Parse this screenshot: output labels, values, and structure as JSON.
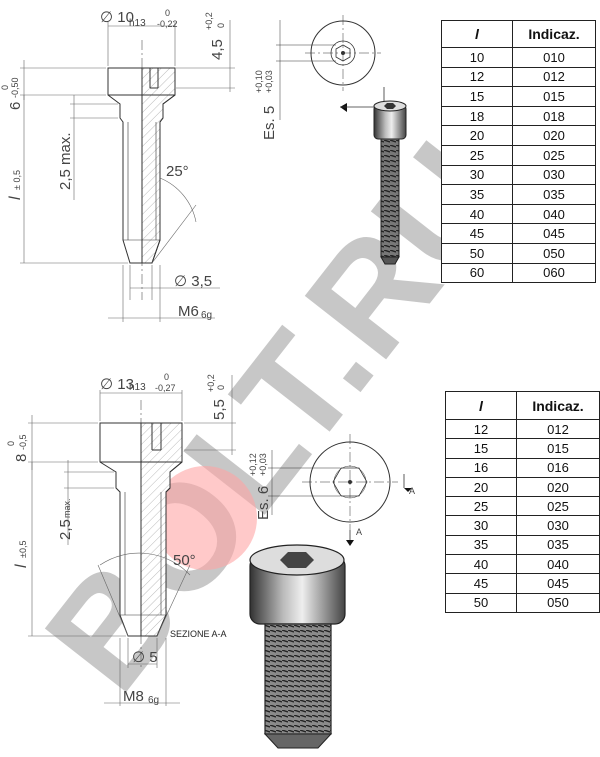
{
  "watermark": {
    "brand": "BOLT.RU",
    "accent": "#ff5c5c",
    "ink": "#9a9a9a"
  },
  "m6": {
    "head_diameter": "∅ 10",
    "head_tol_class": "h13",
    "head_tol_upper": "0",
    "head_tol_lower": "-0,22",
    "head_height": "6",
    "head_height_tol_upper": "0",
    "head_height_tol_lower": "-0,50",
    "socket_depth": "4,5",
    "socket_depth_tol_upper": "+0,2",
    "socket_depth_tol_lower": "0",
    "hex_size_label": "Es. 5",
    "hex_tol_upper": "+0,10",
    "hex_tol_lower": "+0,03",
    "neck_length": "2,5 max.",
    "length_label": "l",
    "length_tol": "± 0,5",
    "angle": "25°",
    "tip_diameter": "∅ 3,5",
    "thread_label": "M6",
    "thread_class": "6g",
    "table": {
      "headers": [
        "l",
        "Indicaz."
      ],
      "rows": [
        [
          "10",
          "010"
        ],
        [
          "12",
          "012"
        ],
        [
          "15",
          "015"
        ],
        [
          "18",
          "018"
        ],
        [
          "20",
          "020"
        ],
        [
          "25",
          "025"
        ],
        [
          "30",
          "030"
        ],
        [
          "35",
          "035"
        ],
        [
          "40",
          "040"
        ],
        [
          "45",
          "045"
        ],
        [
          "50",
          "050"
        ],
        [
          "60",
          "060"
        ]
      ]
    }
  },
  "m8": {
    "head_diameter": "∅ 13",
    "head_tol_class": "h13",
    "head_tol_upper": "0",
    "head_tol_lower": "-0,27",
    "head_height": "8",
    "head_height_tol_upper": "0",
    "head_height_tol_lower": "-0,5",
    "socket_depth": "5,5",
    "socket_depth_tol_upper": "+0,2",
    "socket_depth_tol_lower": "0",
    "hex_size_label": "Es. 6",
    "hex_tol_upper": "+0,12",
    "hex_tol_lower": "+0,03",
    "neck_length": "2,5",
    "neck_length_suffix": "max.",
    "length_label": "l",
    "length_tol": "±0,5",
    "angle": "50°",
    "tip_diameter": "∅ 5",
    "thread_label": "M8",
    "thread_class": "6g",
    "section_label": "SEZIONE A-A",
    "section_marker": "A",
    "table": {
      "headers": [
        "l",
        "Indicaz."
      ],
      "rows": [
        [
          "12",
          "012"
        ],
        [
          "15",
          "015"
        ],
        [
          "16",
          "016"
        ],
        [
          "20",
          "020"
        ],
        [
          "25",
          "025"
        ],
        [
          "30",
          "030"
        ],
        [
          "35",
          "035"
        ],
        [
          "40",
          "040"
        ],
        [
          "45",
          "045"
        ],
        [
          "50",
          "050"
        ]
      ]
    }
  }
}
